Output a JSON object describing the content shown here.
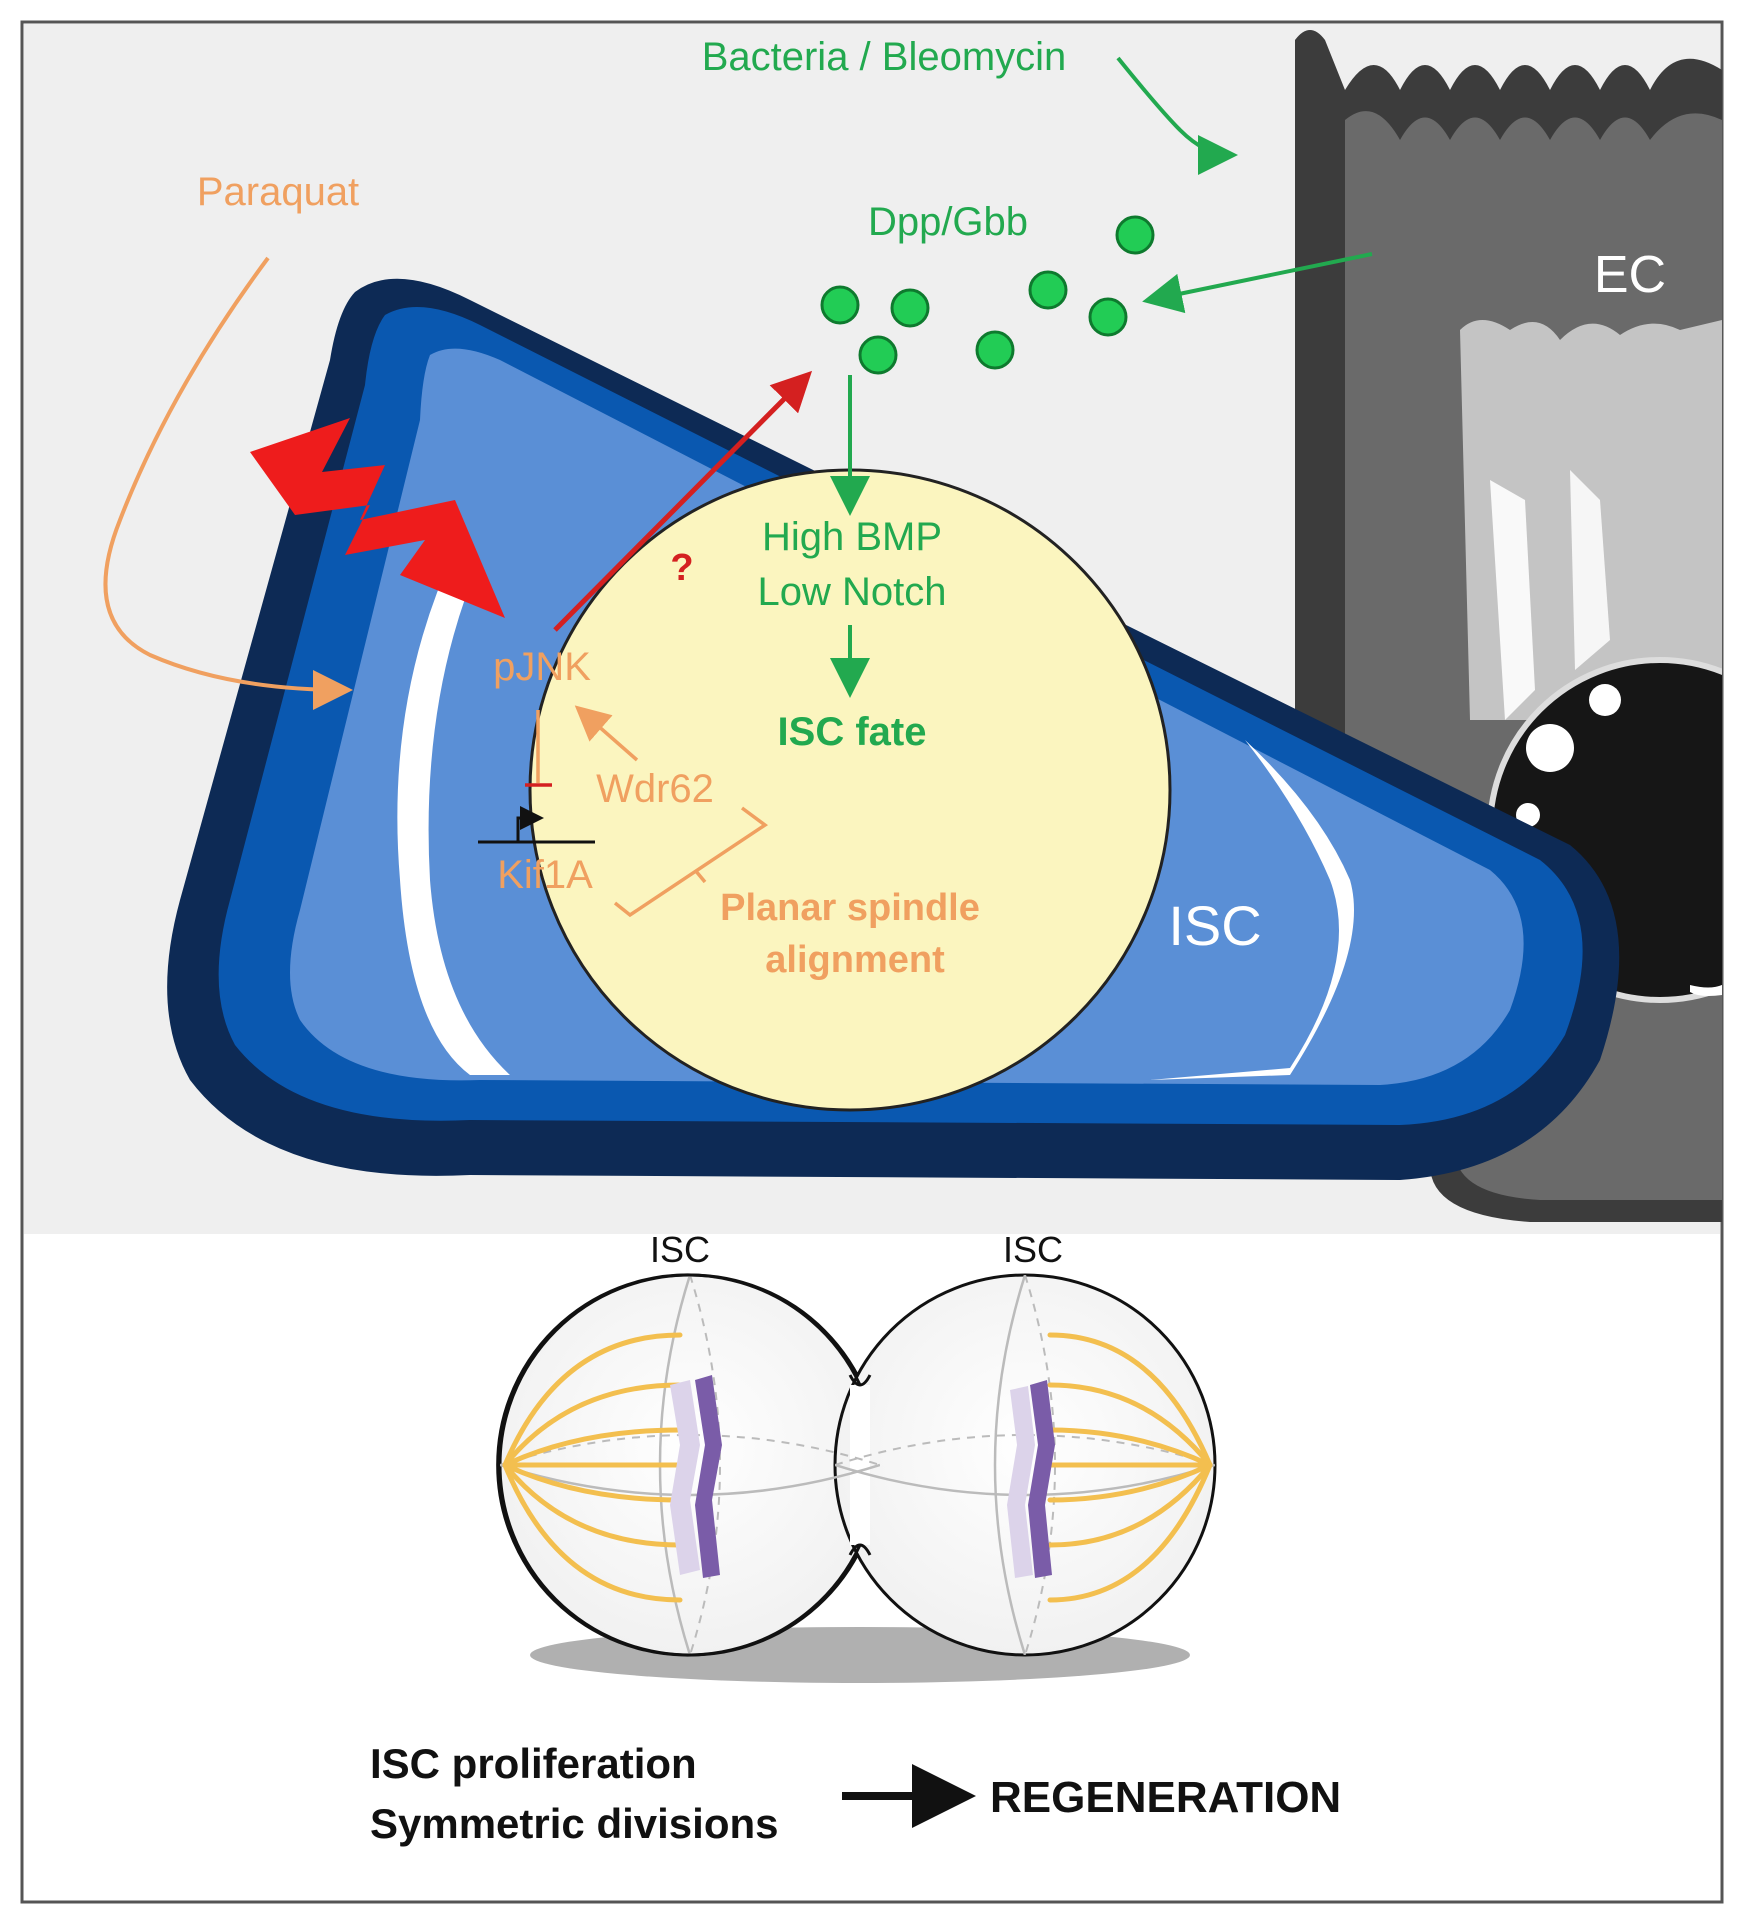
{
  "labels": {
    "bacteria": "Bacteria / Bleomycin",
    "paraquat": "Paraquat",
    "dpp": "Dpp/Gbb",
    "ec": "EC",
    "question": "?",
    "high_bmp": "High BMP",
    "low_notch": "Low Notch",
    "isc_fate": "ISC fate",
    "pjnk": "pJNK",
    "wdr62": "Wdr62",
    "kif1a": "Kif1A",
    "planar_line1": "Planar spindle",
    "planar_line2": "alignment",
    "isc_cell": "ISC",
    "isc_left": "ISC",
    "isc_right": "ISC",
    "prolif_line1": "ISC proliferation",
    "prolif_line2": "Symmetric divisions",
    "regeneration": "REGENERATION"
  },
  "colors": {
    "green": "#22a94f",
    "orange": "#f0a060",
    "red": "#d42020",
    "navy": "#0d2a55",
    "blue": "#0a58b0",
    "light_blue": "#5a8fd6",
    "nucleus": "#fbf5bf",
    "background": "#efefef",
    "ec_dark": "#555555",
    "purple": "#7a5ca8",
    "spindle": "#f3bf4f"
  },
  "icons": [
    "lightning-bolt-icon",
    "gene-promoter-icon"
  ]
}
